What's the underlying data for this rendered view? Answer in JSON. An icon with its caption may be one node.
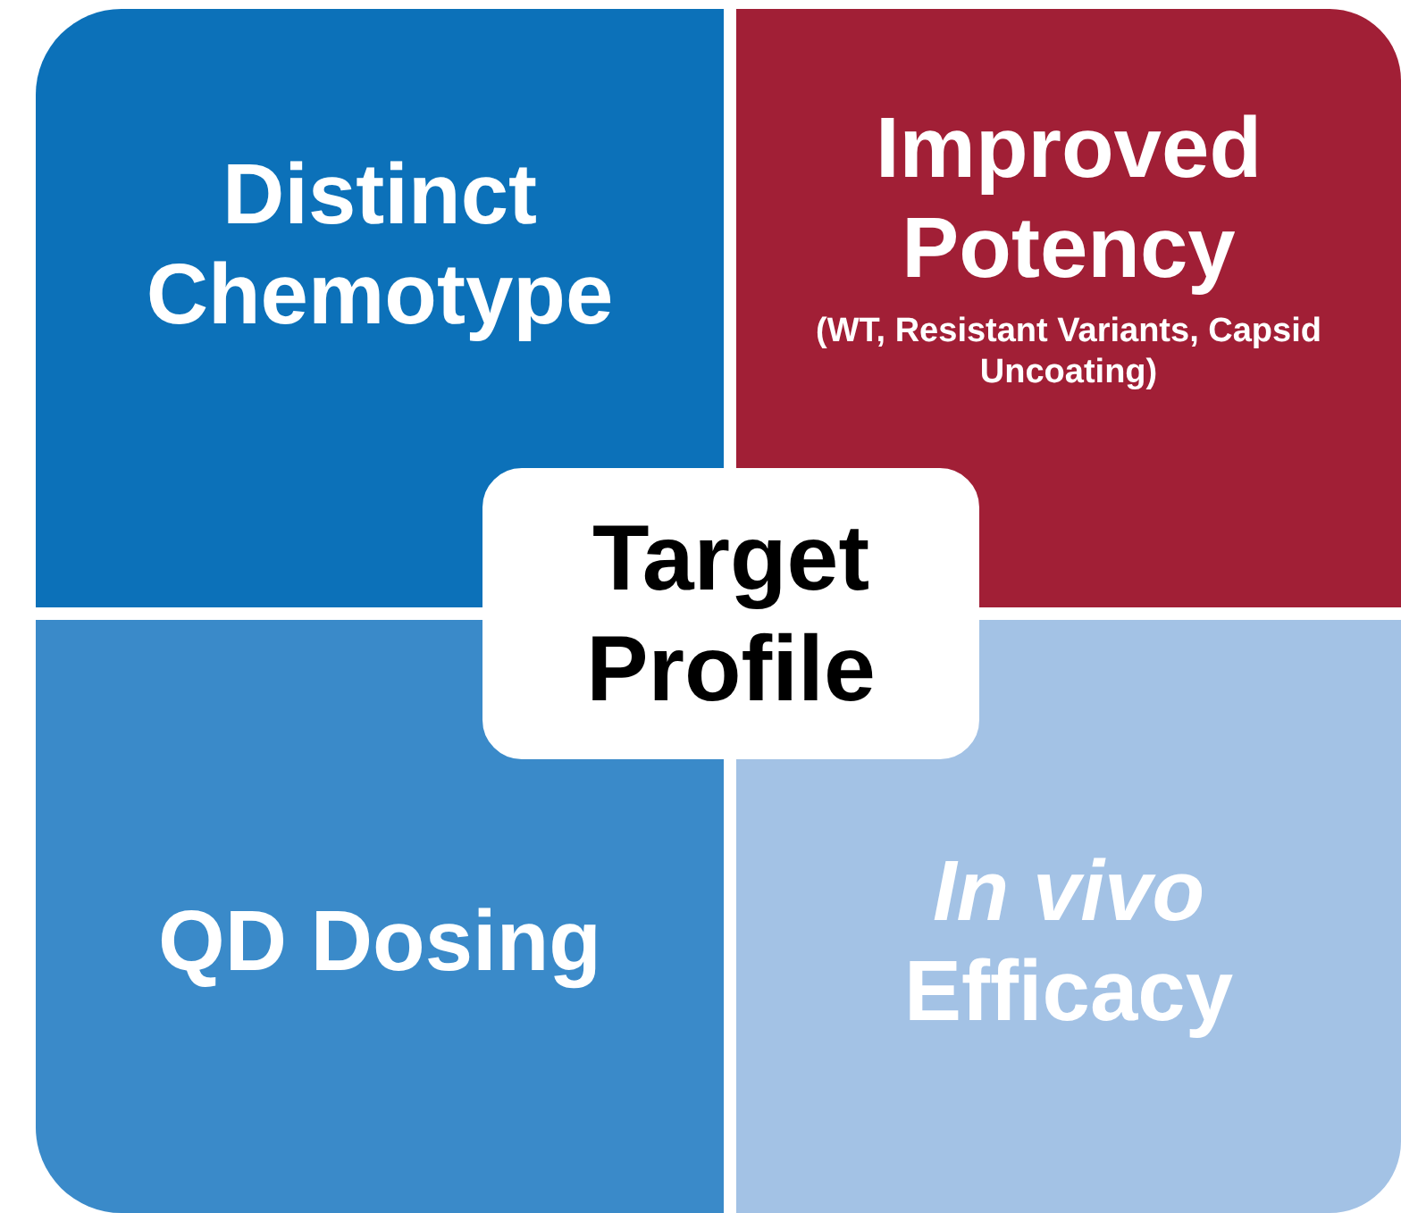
{
  "diagram": {
    "nodes": [
      {
        "text": [
          "Distinct Chemotype"
        ]
      },
      {
        "text": [
          "Improved Potency",
          "(WT, Resistant Variants, Capsid Uncoating)"
        ]
      },
      {
        "text": [
          "Target Profile"
        ]
      },
      {
        "text": [
          "QD Dosing"
        ]
      },
      {
        "text": [
          "*In vivo* Efficacy"
        ]
      }
    ]
  }
}
